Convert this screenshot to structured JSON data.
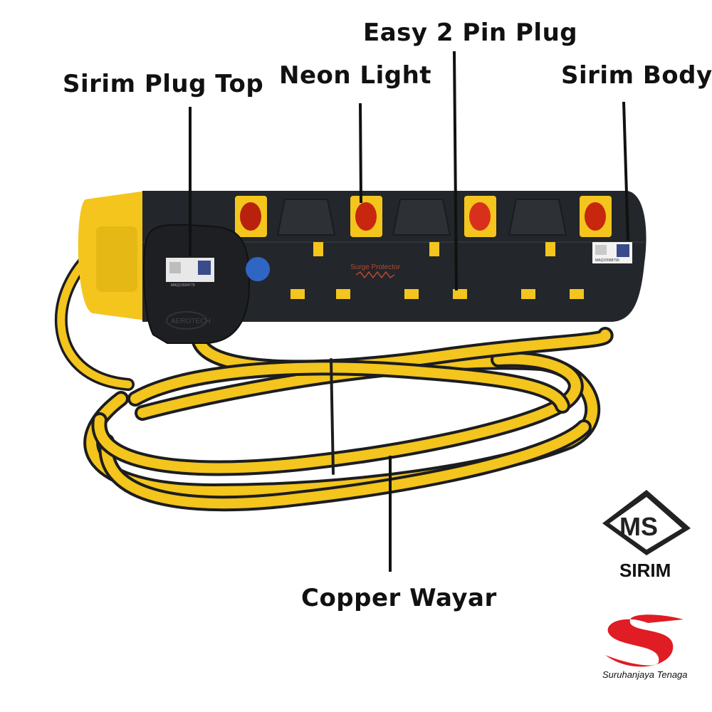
{
  "callouts": {
    "plug_top": "Sirim Plug Top",
    "neon_light": "Neon Light",
    "easy_pin": "Easy 2 Pin Plug",
    "sirim_body": "Sirim Body",
    "copper": "Copper Wayar"
  },
  "product": {
    "printed_label": "Surge Protector",
    "brand_on_plug": "AEROTECH",
    "body_sticker_code": "MAQ10588790",
    "plug_sticker_code": "MAQ12604779"
  },
  "logos": {
    "sirim_mark": "MS",
    "sirim_name": "SIRIM",
    "st_name": "Suruhanjaya Tenaga"
  },
  "colors": {
    "body": "#23262b",
    "yellow": "#f3c51d",
    "neon_red": "#c8260f",
    "st_red": "#e01c24"
  }
}
